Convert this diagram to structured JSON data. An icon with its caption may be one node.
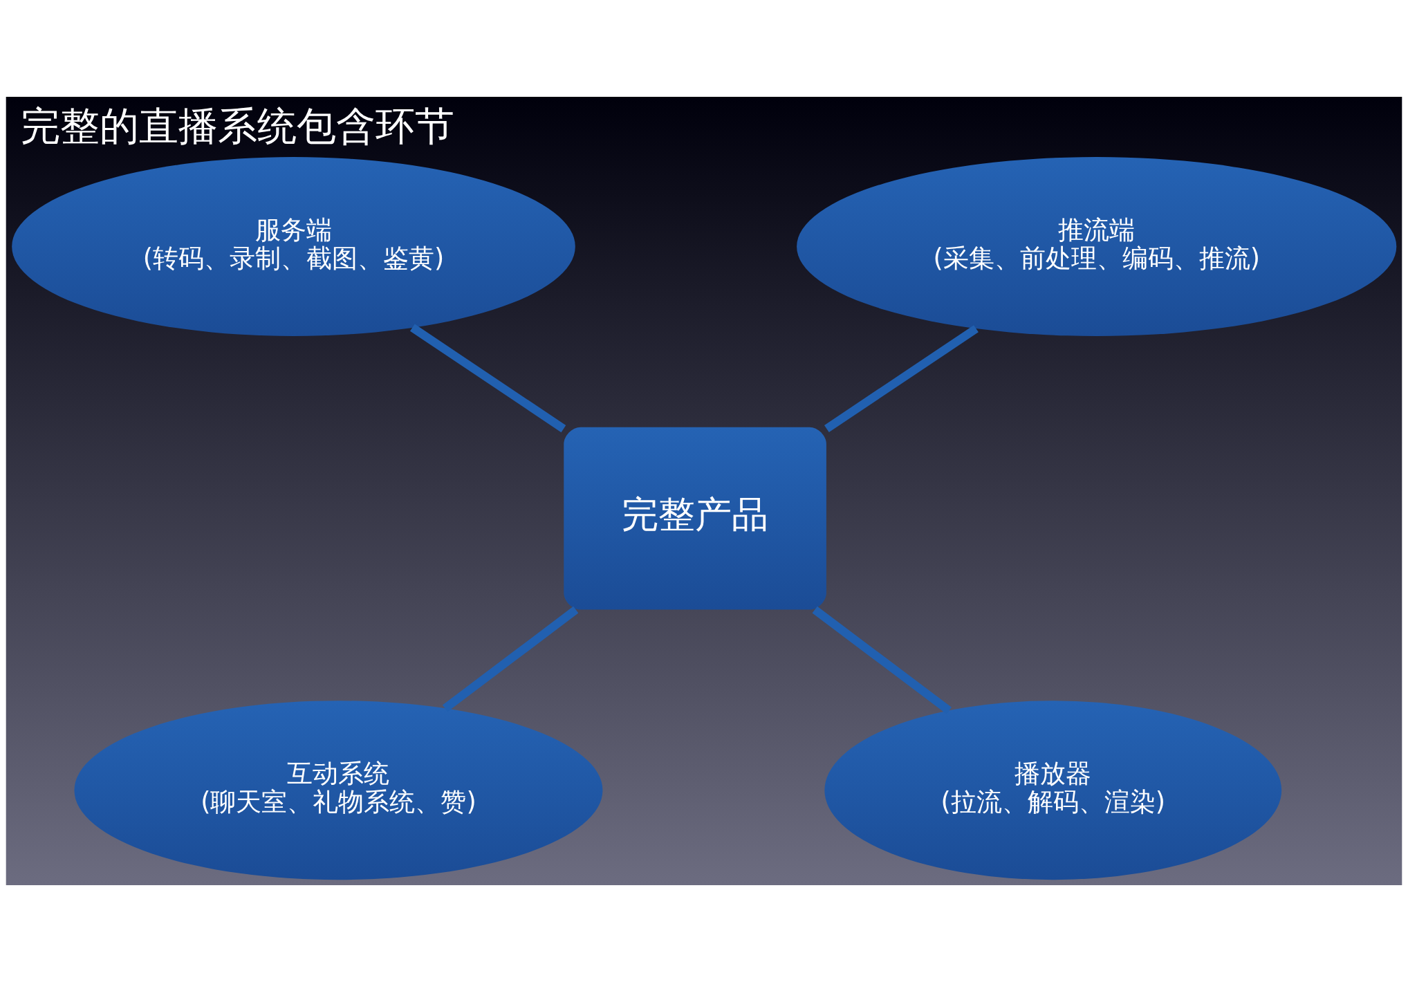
{
  "diagram": {
    "title": "完整的直播系统包含环节",
    "nodes": [
      {
        "text": [
          "服务端",
          "(转码、录制、截图、鉴黄)"
        ]
      },
      {
        "text": [
          "推流端",
          "(采集、前处理、编码、推流)"
        ]
      },
      {
        "text": [
          "完整产品"
        ]
      },
      {
        "text": [
          "互动系统",
          "(聊天室、礼物系统、赞)"
        ]
      },
      {
        "text": [
          "播放器",
          "(拉流、解码、渲染)"
        ]
      }
    ],
    "edges": [
      {
        "from": 0,
        "to": 2,
        "arrow": "none"
      },
      {
        "from": 1,
        "to": 2,
        "arrow": "none"
      },
      {
        "from": 2,
        "to": 3,
        "arrow": "none"
      },
      {
        "from": 2,
        "to": 4,
        "arrow": "none"
      }
    ]
  }
}
